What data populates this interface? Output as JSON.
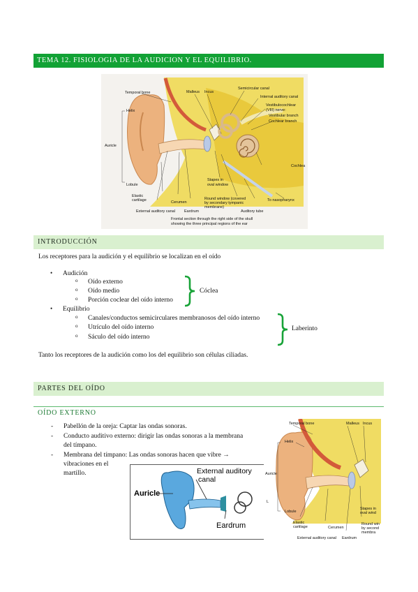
{
  "title": "TEMA 12. FISIOLOGIA DE LA AUDICION Y EL EQUILIBRIO.",
  "figure1": {
    "labels": {
      "temporal_bone": "Temporal bone",
      "malleus": "Malleus",
      "incus": "Incus",
      "semicircular_canal": "Semicircular canal",
      "internal_auditory_canal": "Internal auditory canal",
      "vestibulocochlear_1": "Vestibulocochlear",
      "vestibulocochlear_2": "(VIII) nerve:",
      "vestibular_branch": "Vestibular branch",
      "cochlear_branch": "Cochlear branch",
      "helix": "Helix",
      "auricle": "Auricle",
      "cochlea": "Cochlea",
      "lobule": "Lobule",
      "stapes_1": "Stapes in",
      "stapes_2": "oval window",
      "elastic_1": "Elastic",
      "elastic_2": "cartilage",
      "cerumen": "Cerumen",
      "round_window_1": "Round window (covered",
      "round_window_2": "by secondary tympanic",
      "round_window_3": "membrane)",
      "to_nasopharynx": "To nasopharynx",
      "external_auditory_canal": "External auditory canal",
      "eardrum": "Eardrum",
      "auditory_tube": "Auditory tube",
      "caption_1": "Frontal section through the right side of the skull",
      "caption_2": "showing the three principal regions of the ear"
    }
  },
  "intro": {
    "heading": "INTRODUCCIÓN",
    "paragraph": "Los receptores para la audición y el equilibrio se localizan en el oído",
    "audicion": {
      "label": "Audición",
      "items": [
        "Oído externo",
        "Oído medio",
        "Porción coclear del oído interno"
      ],
      "group_label": "Cóclea"
    },
    "equilibrio": {
      "label": "Equilibrio",
      "items": [
        "Canales/conductos semicirculares membranosos del oído interno",
        "Utrículo del oído interno",
        "Sáculo del oído interno"
      ],
      "group_label": "Laberinto"
    },
    "closing": "Tanto los receptores de la audición como los del equilibrio son células ciliadas."
  },
  "partes": {
    "heading": "PARTES DEL OÍDO",
    "subheading": "OÍDO EXTERNO",
    "items": [
      "Pabellón de la oreja: Captar las ondas sonoras.",
      "Conducto auditivo externo: dirigir las ondas sonoras a la membrana",
      "del tímpano.",
      "Membrana del tímpano: Las ondas sonoras hacen que vibre →",
      "vibraciones en el",
      "martillo."
    ]
  },
  "figure2": {
    "auricle": "Auricle",
    "external_1": "External auditory",
    "external_2": "canal",
    "eardrum": "Eardrum"
  },
  "figure3": {
    "temporal_bone": "Temporal bone",
    "malleus": "Malleus",
    "incus": "Incus",
    "helix": "Helix",
    "auricle": "Auricle",
    "lobule": "Lobule",
    "l_mark": "L",
    "stapes_1": "Stapes in",
    "stapes_2": "oval wind",
    "elastic_1": "Elastic",
    "elastic_2": "cartilage",
    "cerumen": "Cerumen",
    "round_1": "Round win",
    "round_2": "by second",
    "round_3": "membra",
    "external_canal": "External auditory canal",
    "eardrum": "Eardrum"
  }
}
